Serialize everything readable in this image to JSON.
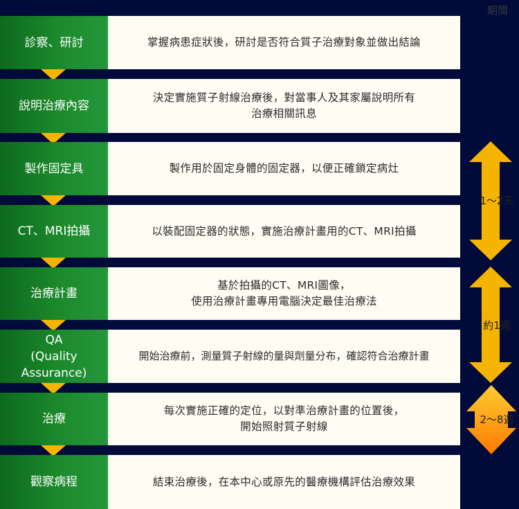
{
  "side_title": "期間",
  "steps": [
    {
      "label": "診察、研討",
      "desc": "掌握病患症狀後，研討是否符合質子治療對象並做出結論"
    },
    {
      "label": "說明治療內容",
      "desc": "決定實施質子射線治療後，對當事人及其家屬說明所有\n治療相關訊息"
    },
    {
      "label": "製作固定具",
      "desc": "製作用於固定身體的固定器，以便正確鎖定病灶"
    },
    {
      "label": "CT、MRI拍攝",
      "desc": "以裝配固定器的狀態，實施治療計畫用的CT、MRI拍攝"
    },
    {
      "label": "治療計畫",
      "desc": "基於拍攝的CT、MRI圖像，\n使用治療計畫專用電腦決定最佳治療法"
    },
    {
      "label": "QA\n(Quality\nAssurance)",
      "desc": "開始治療前，測量質子射線的量與劑量分布，確認符合治療計畫"
    },
    {
      "label": "治療",
      "desc": "每次實施正確的定位，以對準治療計畫的位置後，\n開始照射質子射線"
    },
    {
      "label": "觀察病程",
      "desc": "結束治療後，在本中心或原先的醫療機構評估治療效果"
    }
  ],
  "durations": [
    {
      "label": "1～2天",
      "color": "#f5b400"
    },
    {
      "label": "約1週",
      "color": "#f5b400"
    },
    {
      "label": "2～8週",
      "color_top": "#ffcc33",
      "color_bottom": "#ff7a00"
    }
  ]
}
